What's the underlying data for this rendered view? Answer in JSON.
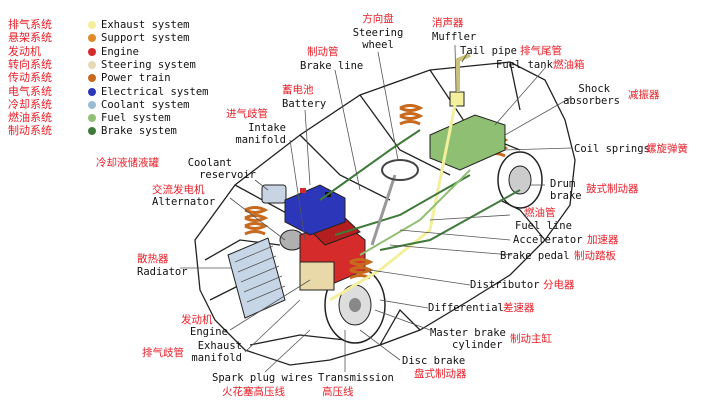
{
  "legend": [
    {
      "cn": "排气系统",
      "en": "Exhaust system",
      "color": "#f3ef9c"
    },
    {
      "cn": "悬架系统",
      "en": "Support system",
      "color": "#e08a2b"
    },
    {
      "cn": "发动机",
      "en": "Engine",
      "color": "#d62b2b"
    },
    {
      "cn": "转向系统",
      "en": "Steering system",
      "color": "#e6d9b8"
    },
    {
      "cn": "传动系统",
      "en": "Power train",
      "color": "#c86a1d"
    },
    {
      "cn": "电气系统",
      "en": "Electrical system",
      "color": "#2b36b8"
    },
    {
      "cn": "冷却系统",
      "en": "Coolant system",
      "color": "#9bbbd4"
    },
    {
      "cn": "燃油系统",
      "en": "Fuel system",
      "color": "#8fbf72"
    },
    {
      "cn": "制动系统",
      "en": "Brake system",
      "color": "#3f7a3a"
    }
  ],
  "labels": {
    "steering_wheel": {
      "cn": "方向盘",
      "en1": "Steering",
      "en2": "wheel"
    },
    "muffler": {
      "cn": "消声器",
      "en": "Muffler"
    },
    "tail_pipe": {
      "en": "Tail pipe",
      "cn": "排气尾管"
    },
    "brake_line": {
      "cn": "制动管",
      "en": "Brake line"
    },
    "fuel_tank": {
      "en": "Fuel tank",
      "cn": "燃油箱"
    },
    "battery": {
      "cn": "蓄电池",
      "en": "Battery"
    },
    "shock": {
      "en1": "Shock",
      "en2": "absorbers",
      "cn": "减振器"
    },
    "intake": {
      "cn": "进气歧管",
      "en1": "Intake",
      "en2": "manifold"
    },
    "coil": {
      "en": "Coil springs",
      "cn": "螺旋弹簧"
    },
    "coolant_res": {
      "cn": "冷却液储液罐",
      "en1": "Coolant",
      "en2": "reservoir"
    },
    "drum": {
      "en1": "Drum",
      "en2": "brake",
      "cn": "鼓式制动器"
    },
    "alternator": {
      "cn": "交流发电机",
      "en": "Alternator"
    },
    "fuel_line": {
      "cn": "燃油管",
      "en": "Fuel line"
    },
    "accelerator": {
      "en": "Accelerator",
      "cn": "加速器"
    },
    "radiator": {
      "cn": "散热器",
      "en": "Radiator"
    },
    "brake_pedal": {
      "en": "Brake pedal",
      "cn": "制动踏板"
    },
    "distributor": {
      "en": "Distributor",
      "cn": "分电器"
    },
    "differential": {
      "en": "Differential",
      "cn": "差速器"
    },
    "engine": {
      "cn": "发动机",
      "en": "Engine"
    },
    "master_brake": {
      "en1": "Master brake",
      "en2": "cylinder",
      "cn": "制动主缸"
    },
    "exhaust_manifold": {
      "cn": "排气歧管",
      "en1": "Exhaust",
      "en2": "manifold"
    },
    "disc_brake": {
      "en": "Disc brake",
      "cn": "盘式制动器"
    },
    "spark_plug": {
      "en": "Spark plug wires",
      "cn": "火花塞高压线"
    },
    "transmission": {
      "en": "Transmission",
      "cn": "高压线"
    }
  }
}
